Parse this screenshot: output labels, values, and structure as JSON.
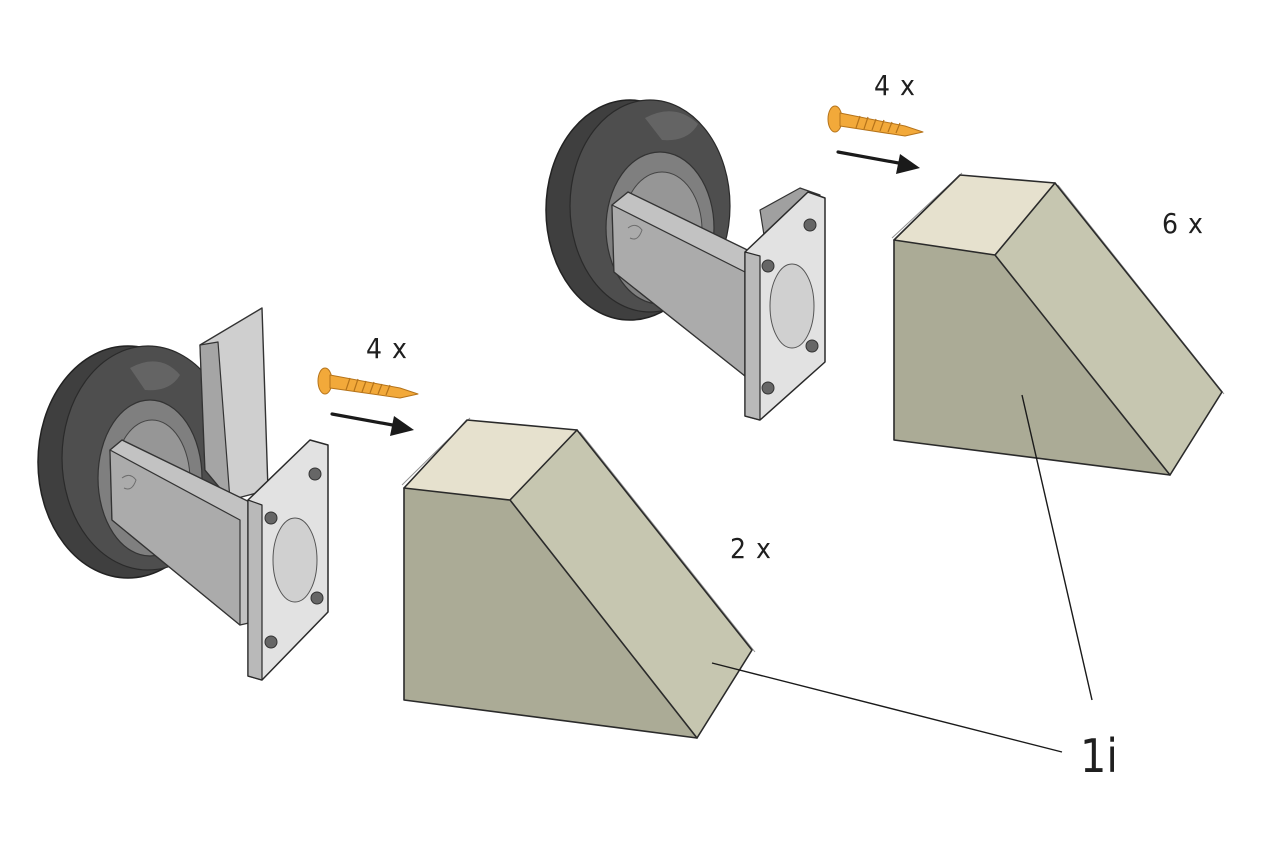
{
  "labels": {
    "qty_screws_left": "4 x",
    "qty_screws_right": "4 x",
    "qty_blocks_left": "2 x",
    "qty_blocks_right": "6 x",
    "part_id": "1i"
  },
  "colors": {
    "block_top": "#e6e1ce",
    "block_slope": "#c6c6b0",
    "block_front": "#abab96",
    "wheel_tire": "#4b4b4b",
    "wheel_tire_dark": "#3a3a3a",
    "wheel_hub": "#8f8f8f",
    "bracket_light": "#d6d6d6",
    "bracket_mid": "#b3b3b3",
    "bracket_dark": "#9a9a9a",
    "screw": "#f2a93a",
    "arrow": "#1a1a1a"
  },
  "icons": {
    "caster_left": "fixed-caster-wheel-with-gusset-icon",
    "caster_right": "fixed-caster-wheel-icon",
    "screw": "wood-screw-icon",
    "arrow": "right-arrow-icon",
    "block": "wooden-wedge-block-icon"
  }
}
